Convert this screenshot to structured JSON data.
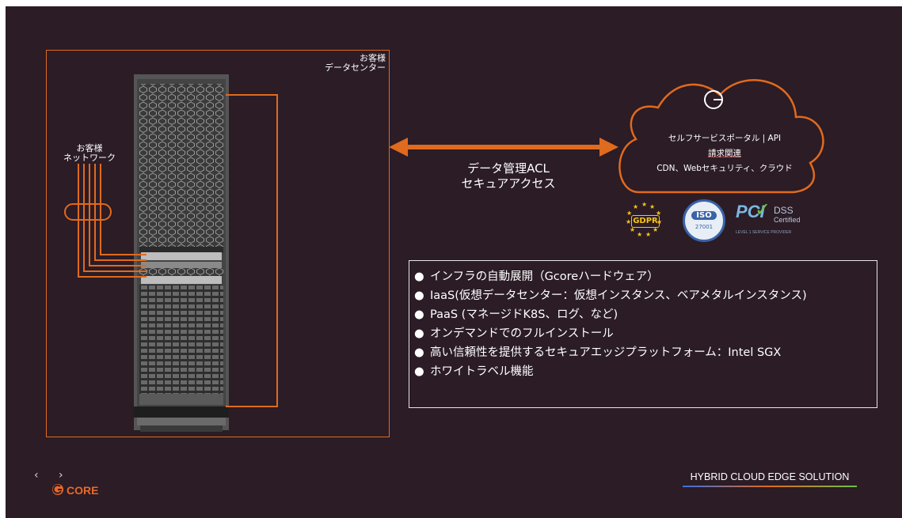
{
  "datacenter_label": [
    "お客様",
    "データセンター"
  ],
  "network_label": [
    "お客様",
    "ネットワーク"
  ],
  "acl_label": [
    "データ管理ACL",
    "セキュアアクセス"
  ],
  "cloud": {
    "portal": "セルフサービスポータル | API",
    "billing": "請求関連",
    "services": "CDN、Webセキュリティ、クラウド"
  },
  "badges": {
    "gdpr": "GDPR",
    "iso": "ISO",
    "iso_num": "27001",
    "pci": "PCI",
    "dss": "DSS",
    "certified": "Certified",
    "provider": "LEVEL 1 SERVICE PROVIDER"
  },
  "features": [
    "インフラの自動展開（Gcoreハードウェア）",
    "IaaS(仮想データセンター：仮想インスタンス、ベアメタルインスタンス)",
    "PaaS (マネージドK8S、ログ、など)",
    "オンデマンドでのフルインストール",
    "高い信頼性を提供するセキュアエッジプラットフォーム：Intel SGX",
    "ホワイトラベル機能"
  ],
  "bullet": "●",
  "footer": {
    "brand": "CORE",
    "tagline": "HYBRID CLOUD EDGE SOLUTION",
    "prev": "‹",
    "next": "›"
  },
  "colors": {
    "background": "#2b1c26",
    "accent": "#e06a1d",
    "rack": "#8c8c8c"
  }
}
